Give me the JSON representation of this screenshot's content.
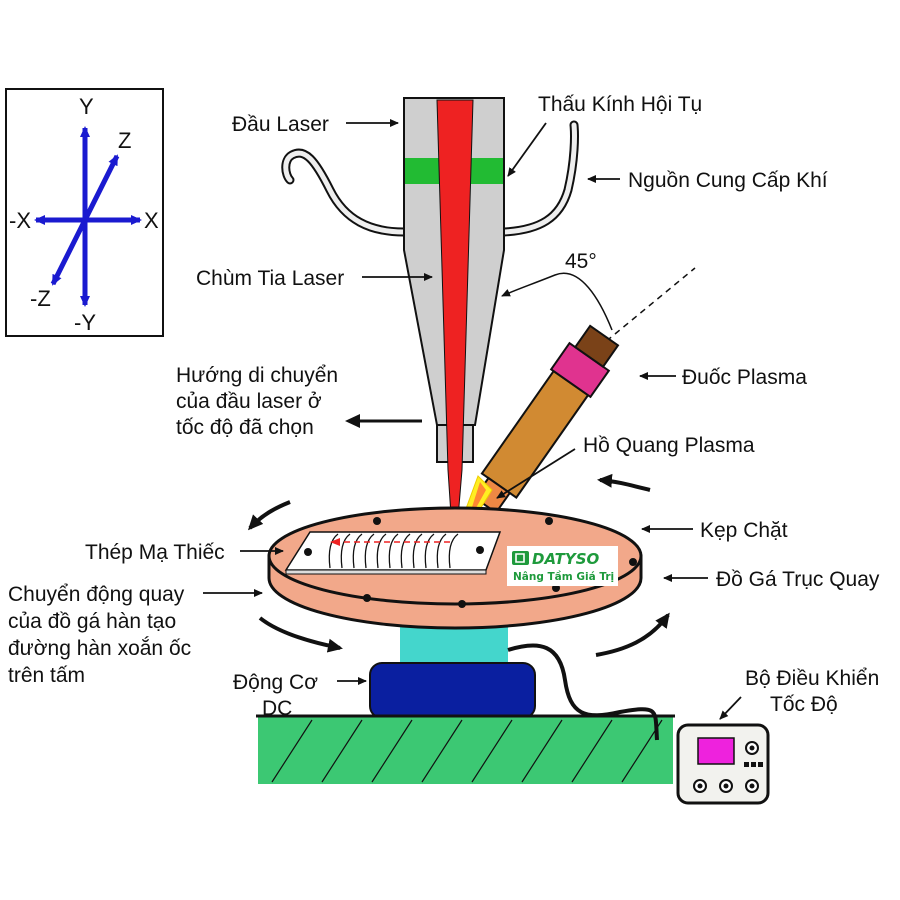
{
  "title": "Laser-plasma hybrid welding setup with rotary fixture",
  "axes": {
    "y": "Y",
    "neg_y": "-Y",
    "x": "X",
    "neg_x": "-X",
    "z": "Z",
    "neg_z": "-Z",
    "color": "#1a1ad0"
  },
  "labels": {
    "laser_head": "Đầu Laser",
    "focus_lens": "Thấu Kính Hội Tụ",
    "gas_supply": "Nguồn Cung Cấp Khí",
    "laser_beam": "Chùm Tia Laser",
    "angle": "45°",
    "move_direction": [
      "Hướng di chuyển",
      "của đầu laser ở",
      "tốc độ đã chọn"
    ],
    "plasma_torch": "Đuốc Plasma",
    "plasma_arc": "Hồ Quang Plasma",
    "clamp": "Kẹp Chặt",
    "workpiece": "Thép Mạ Thiếc",
    "rotary_fixture": "Đồ Gá Trục Quay",
    "rotation": [
      "Chuyển động quay",
      "của đồ gá hàn tạo",
      "đường hàn xoắn ốc",
      "trên tấm"
    ],
    "dc_motor": [
      "Động Cơ",
      "DC"
    ],
    "speed_controller": [
      "Bộ Điều Khiển",
      "Tốc Độ"
    ]
  },
  "logo": {
    "brand": "DATYSO",
    "tagline": "Nâng Tầm Giá Trị",
    "color": "#1e9a3c"
  },
  "colors": {
    "laser_beam": "#ee2222",
    "laser_head": "#cfcfcf",
    "lens": "#22bb33",
    "torch_body": "#d18a32",
    "torch_collar": "#e0338f",
    "torch_cap": "#7a4218",
    "fixture": "#f2a88a",
    "shaft": "#44d6cc",
    "motor": "#0a1fa0",
    "base": "#3cc873",
    "controller_screen": "#ee22dd"
  }
}
